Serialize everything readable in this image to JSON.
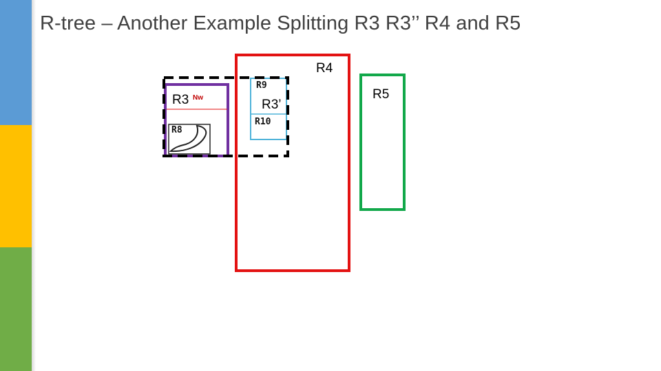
{
  "slide": {
    "title": "R-tree – Another Example Splitting R3 R3’’ R4 and R5"
  },
  "diagram": {
    "labels": {
      "r3": "R3",
      "nw": "Nw",
      "r8": "R8",
      "r9": "R9",
      "r10": "R10",
      "r3_split": "R3’",
      "r4": "R4",
      "r5": "R5"
    },
    "colors": {
      "r4": "#e31212",
      "r5": "#12a84a",
      "r3": "#7030a0",
      "r3_split": "#000000",
      "r9_r10": "#4fb3d9",
      "nw_line": "#e31212"
    },
    "decor": {
      "side_bar_colors": [
        "#5b9bd5",
        "#ffc000",
        "#70ad47"
      ]
    }
  }
}
